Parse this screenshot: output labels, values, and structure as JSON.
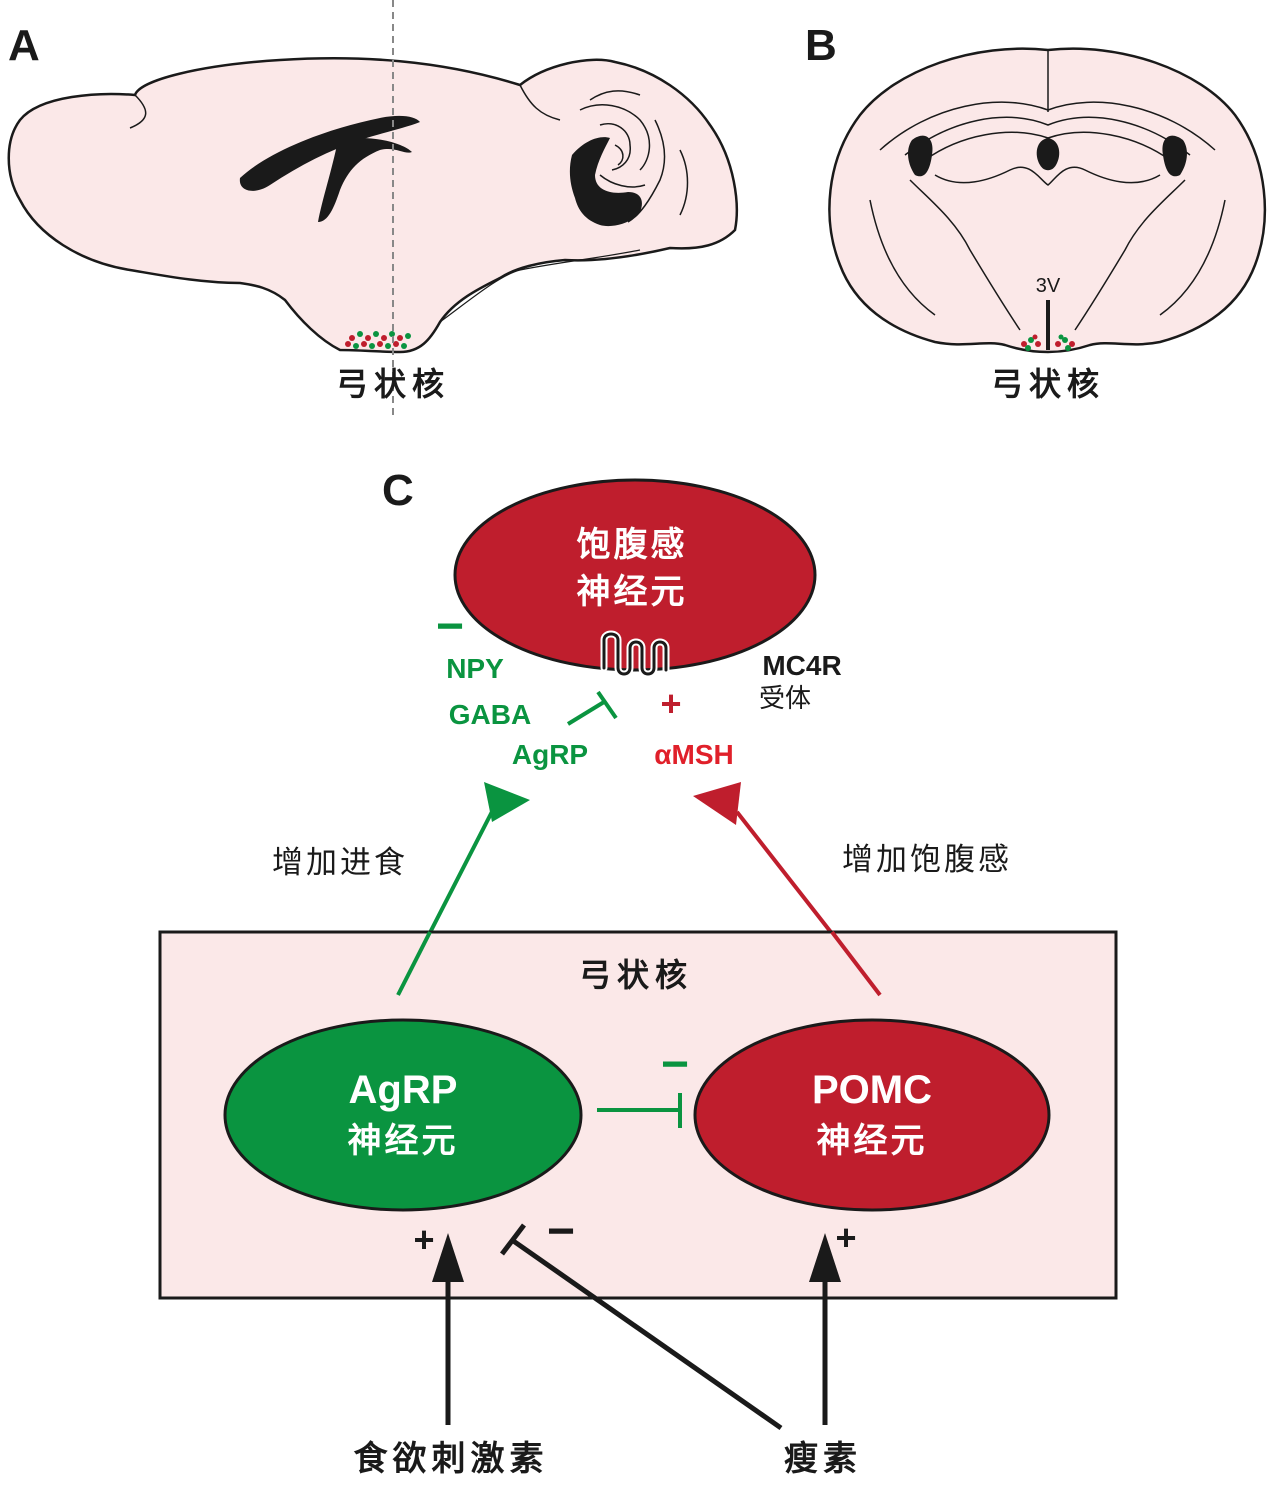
{
  "panels": {
    "a": "A",
    "b": "B",
    "c": "C"
  },
  "panel_a": {
    "nucleus_label": "弓状核"
  },
  "panel_b": {
    "ventricle_label": "3V",
    "nucleus_label": "弓状核"
  },
  "panel_c": {
    "satiety_neuron": {
      "line1": "饱腹感",
      "line2": "神经元"
    },
    "inhibit_sign_top": "−",
    "npy": "NPY",
    "gaba": "GABA",
    "agrp_peptide": "AgRP",
    "plus_sign_top": "+",
    "amsh": "αMSH",
    "receptor": {
      "line1": "MC4R",
      "line2": "受体"
    },
    "left_path_label": "增加进食",
    "right_path_label": "增加饱腹感",
    "box_label": "弓状核",
    "agrp_neuron": {
      "line1": "AgRP",
      "line2": "神经元"
    },
    "pomc_neuron": {
      "line1": "POMC",
      "line2": "神经元"
    },
    "inhibit_sign_mid": "−",
    "plus_left": "+",
    "minus_left": "−",
    "plus_right": "+",
    "ghrelin": "食欲刺激素",
    "leptin": "瘦素"
  },
  "colors": {
    "tissue": "#fbe8e8",
    "green": "#0a9440",
    "red": "#bf1e2d",
    "amsh_red": "#e0202a",
    "ink": "#1a1a1a"
  }
}
